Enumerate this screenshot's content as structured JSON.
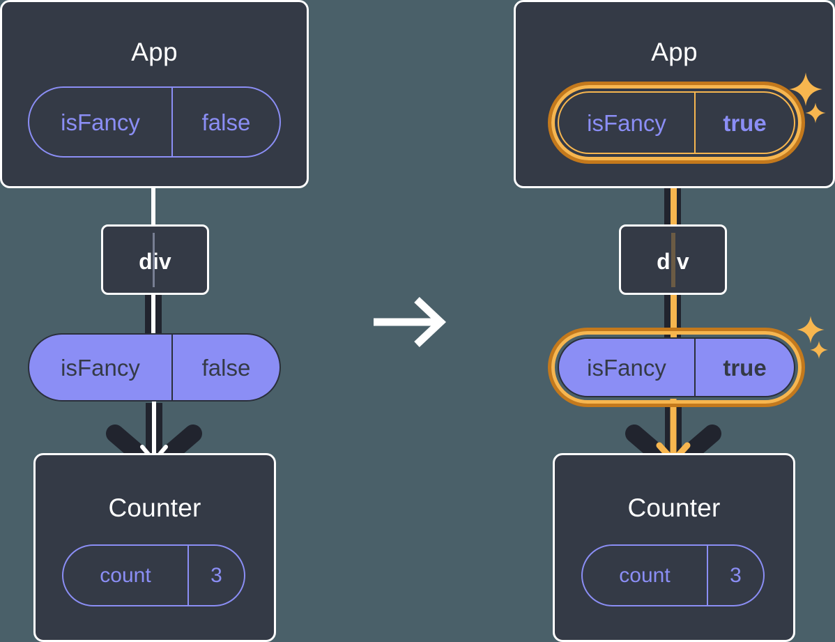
{
  "diagram": {
    "title": "React state update propagation",
    "background_color": "#4a6069",
    "transition_arrow": "arrow-right-icon"
  },
  "colors": {
    "background": "#4a6069",
    "box_fill": "#343a46",
    "box_border": "#ffffff",
    "pill_accent": "#8b8ef5",
    "highlight_outer": "#c4791c",
    "highlight_inner": "#f7b64f",
    "line_dark": "#21242e",
    "line_light": "#ffffff",
    "line_amber": "#f7b64f",
    "sparkle": "#f7b64f"
  },
  "panels": [
    {
      "id": "before",
      "app": {
        "title": "App",
        "state": {
          "key": "isFancy",
          "value": "false",
          "highlighted": false,
          "style": "outline"
        }
      },
      "div": {
        "title": "div"
      },
      "prop": {
        "key": "isFancy",
        "value": "false",
        "highlighted": false,
        "style": "filled"
      },
      "counter": {
        "title": "Counter",
        "state": {
          "key": "count",
          "value": "3",
          "highlighted": false,
          "style": "outline"
        }
      },
      "sparkles": []
    },
    {
      "id": "after",
      "app": {
        "title": "App",
        "state": {
          "key": "isFancy",
          "value": "true",
          "highlighted": true,
          "style": "outline"
        }
      },
      "div": {
        "title": "div"
      },
      "prop": {
        "key": "isFancy",
        "value": "true",
        "highlighted": true,
        "style": "filled"
      },
      "counter": {
        "title": "Counter",
        "state": {
          "key": "count",
          "value": "3",
          "highlighted": false,
          "style": "outline"
        }
      },
      "sparkles": [
        "sparkle-icon",
        "sparkle-icon"
      ]
    }
  ]
}
